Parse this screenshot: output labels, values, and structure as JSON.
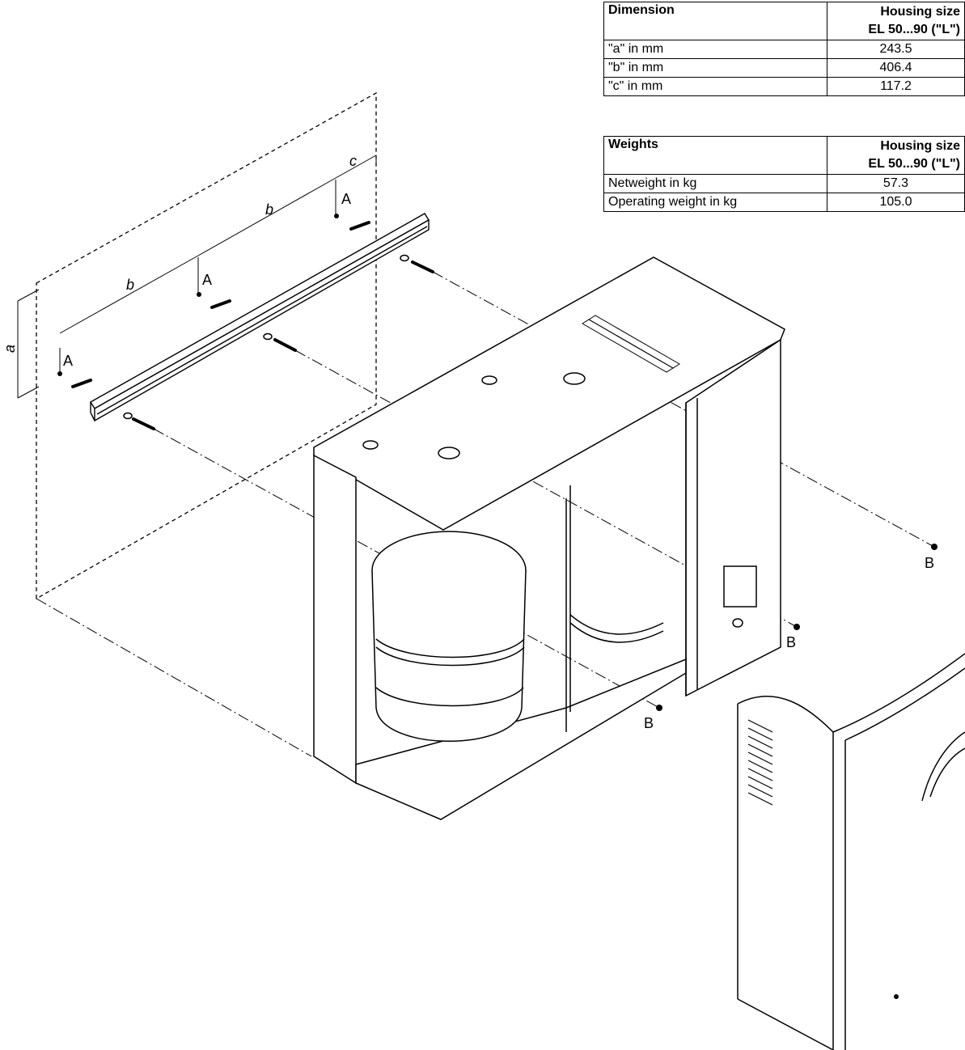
{
  "dimension_table": {
    "header": {
      "label": "Dimension",
      "col_line1": "Housing size",
      "col_line2": "EL 50...90 (\"L\")"
    },
    "rows": [
      {
        "label": "\"a\" in mm",
        "value": "243.5"
      },
      {
        "label": "\"b\" in mm",
        "value": "406.4"
      },
      {
        "label": "\"c\" in mm",
        "value": "117.2"
      }
    ]
  },
  "weights_table": {
    "header": {
      "label": "Weights",
      "col_line1": "Housing size",
      "col_line2": "EL 50...90 (\"L\")"
    },
    "rows": [
      {
        "label": "Netweight in kg",
        "value": "57.3"
      },
      {
        "label": "Operating weight in kg",
        "value": "105.0"
      }
    ]
  },
  "drawing_labels": {
    "dim_a": "a",
    "dim_b": "b",
    "dim_c": "c",
    "point_a": "A",
    "point_b": "B"
  }
}
